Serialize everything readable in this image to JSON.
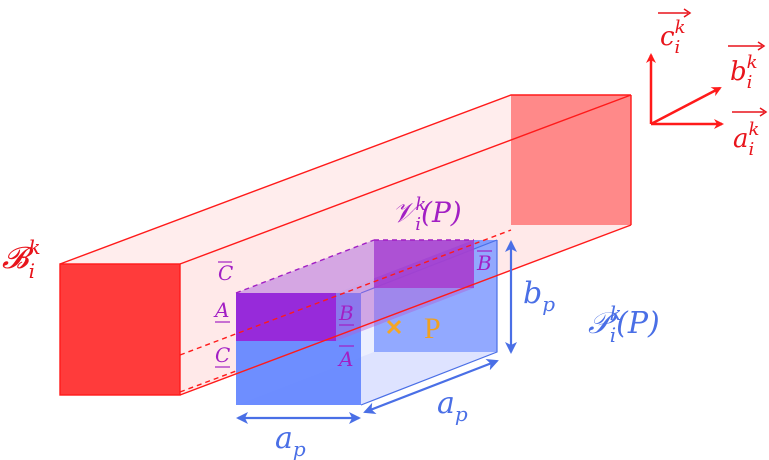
{
  "colors": {
    "red": "#ff2222",
    "blue": "#5a7dff",
    "purple": "#9b1fd6",
    "orange": "#f5a623"
  },
  "labels": {
    "box_label": "B_i^k",
    "axis_c": "c_i^k",
    "axis_b": "b_i^k",
    "axis_a": "a_i^k",
    "v_label": "V_i^k(P)",
    "p_label": "P_i^k(P)",
    "dim_ap_front": "a_p",
    "dim_ap_side": "a_p",
    "dim_bp": "b_p",
    "point_label": "P",
    "c_bar_top": "C",
    "a_under": "A",
    "c_under": "C",
    "b_under": "B",
    "a_bar": "A",
    "b_bar": "B"
  },
  "icons": {
    "point_marker": "cross-icon",
    "axis_arrows": "arrow-icon"
  }
}
